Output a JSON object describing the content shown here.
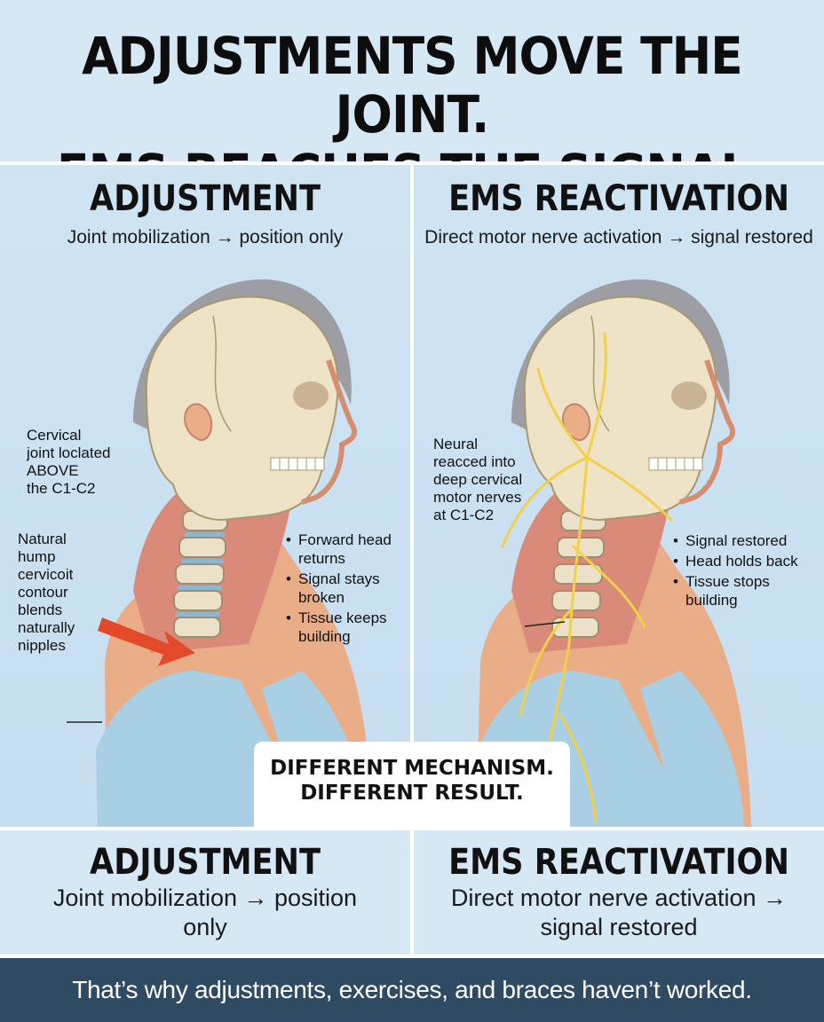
{
  "headline": {
    "line1": "ADJUSTMENTS MOVE THE JOINT.",
    "line2": "EMS REACHES THE SIGNAL."
  },
  "left_panel": {
    "title": "ADJUSTMENT",
    "subtitle": "Joint mobilization → position only",
    "note_top": [
      "Cervical",
      "joint loclated",
      "ABOVE",
      "the C1-C2"
    ],
    "note_bottom": [
      "Natural",
      "hump",
      "cervicoit",
      "contour",
      "blends",
      "naturally",
      "nipples"
    ],
    "bullets": [
      "Forward head returns",
      "Signal stays broken",
      "Tissue keeps building"
    ]
  },
  "right_panel": {
    "title": "EMS REACTIVATION",
    "subtitle": "Direct motor nerve activation → signal restored",
    "note": [
      "Neural",
      "reacced into",
      "deep cervical",
      "motor nerves",
      "at C1-C2"
    ],
    "bullets": [
      "Signal restored",
      "Head holds back",
      "Tissue stops building"
    ]
  },
  "callout": {
    "line1": "DIFFERENT MECHANISM.",
    "line2": "DIFFERENT RESULT."
  },
  "bottom_left": {
    "title": "ADJUSTMENT",
    "text": "Joint mobilization → position only"
  },
  "bottom_right": {
    "title": "EMS REACTIVATION",
    "text": "Direct motor nerve activation → signal restored"
  },
  "footer": {
    "text": "That’s why adjustments, exercises, and braces haven’t worked."
  },
  "colors": {
    "background": "#d6e8f4",
    "footer": "#2f4b63",
    "arrow": "#e24a2a",
    "nerve": "#f2d04a",
    "tank_top": "#a9cfe4"
  }
}
